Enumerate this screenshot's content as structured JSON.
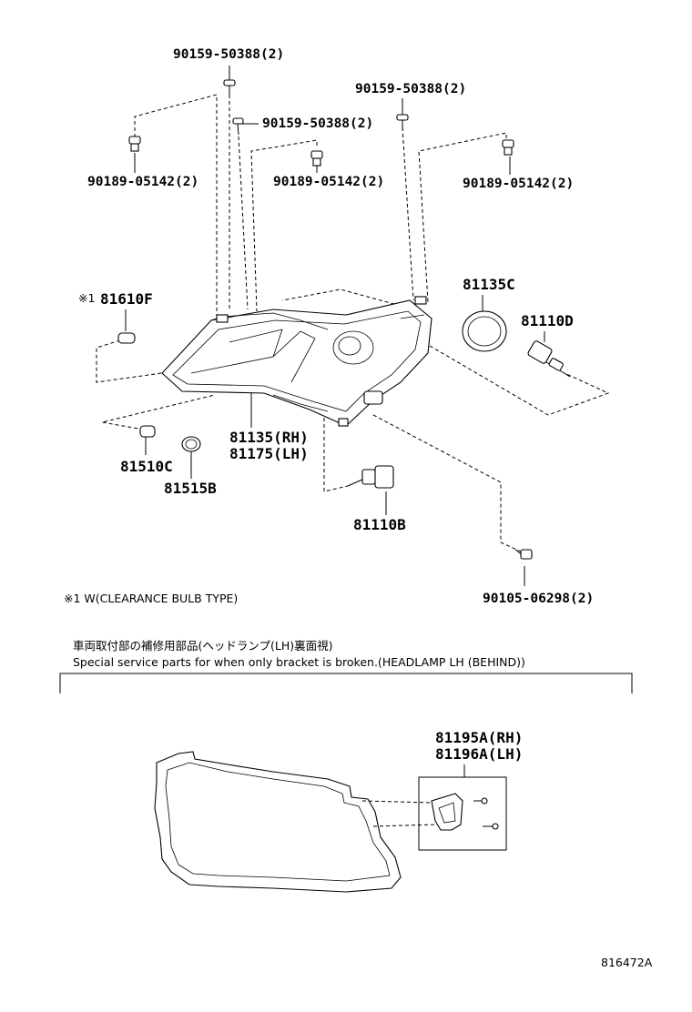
{
  "labels": {
    "p1": "90159-50388(2)",
    "p2": "90159-50388(2)",
    "p3": "90159-50388(2)",
    "p4": "90189-05142(2)",
    "p5": "90189-05142(2)",
    "p6": "90189-05142(2)",
    "p7": "※1",
    "p8": "81610F",
    "p9": "81135C",
    "p10": "81110D",
    "p11": "81135(RH)",
    "p12": "81175(LH)",
    "p13": "81510C",
    "p14": "81515B",
    "p15": "81110B",
    "p16": "90105-06298(2)",
    "p17": "81195A(RH)",
    "p18": "81196A(LH)"
  },
  "notes": {
    "footnote": "※1  W(CLEARANCE BULB TYPE)",
    "section_title_jp": "車両取付部の補修用部品(ヘッドランプ(LH)裏面視)",
    "section_title_en": "Special service parts for when only bracket is broken.(HEADLAMP LH (BEHIND))"
  },
  "figure_id": "816472A"
}
